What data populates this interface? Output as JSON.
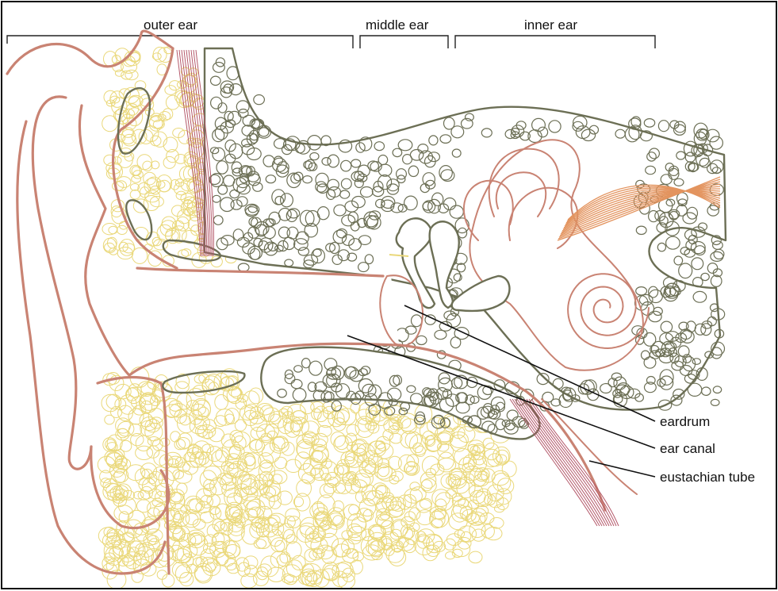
{
  "diagram": {
    "sections": {
      "outer_ear": "outer ear",
      "middle_ear": "middle ear",
      "inner_ear": "inner ear"
    },
    "callouts": {
      "eardrum": "eardrum",
      "ear_canal": "ear canal",
      "eustachian_tube": "eustachian tube"
    },
    "colors": {
      "skin_cartilage": "#c98373",
      "bone": "#6c6f55",
      "fat_tissue": "#ead87a",
      "muscle": "#b4586a",
      "nerve": "#e3945f",
      "border": "#111111"
    }
  }
}
